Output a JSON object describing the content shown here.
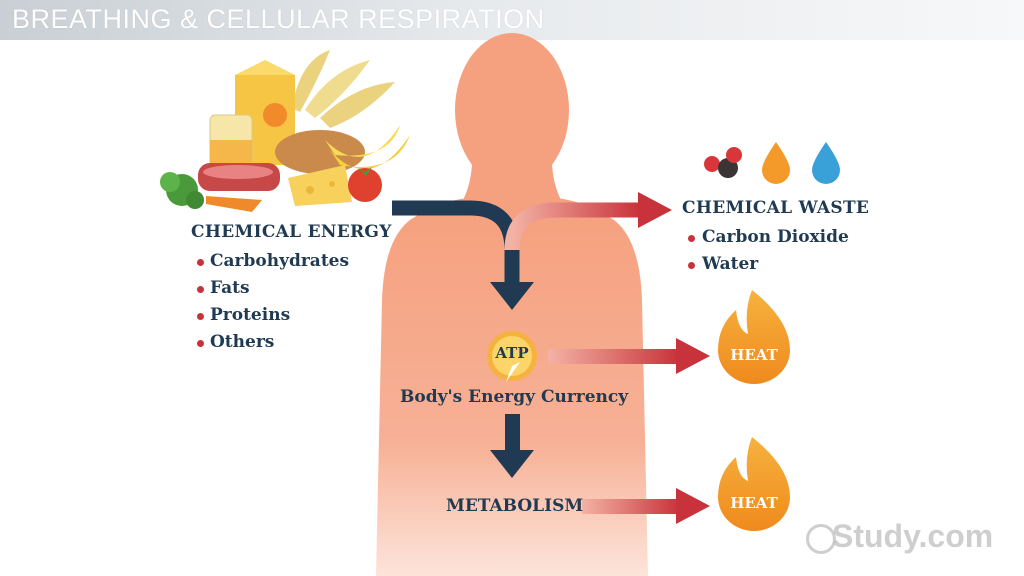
{
  "title": "BREATHING & CELLULAR RESPIRATION",
  "chemical_energy": {
    "heading": "CHEMICAL ENERGY",
    "items": [
      "Carbohydrates",
      "Fats",
      "Proteins",
      "Others"
    ]
  },
  "chemical_waste": {
    "heading": "CHEMICAL WASTE",
    "items": [
      "Carbon Dioxide",
      "Water"
    ]
  },
  "atp": {
    "label": "ATP",
    "caption": "Body's Energy Currency"
  },
  "metabolism": "METABOLISM",
  "heat_labels": [
    "HEAT",
    "HEAT"
  ],
  "watermark": "Study.com",
  "colors": {
    "navy": "#1f3a52",
    "red": "#c8323a",
    "body": "#f5a07e",
    "flame": "#f39a2b",
    "water": "#3aa0d8"
  }
}
